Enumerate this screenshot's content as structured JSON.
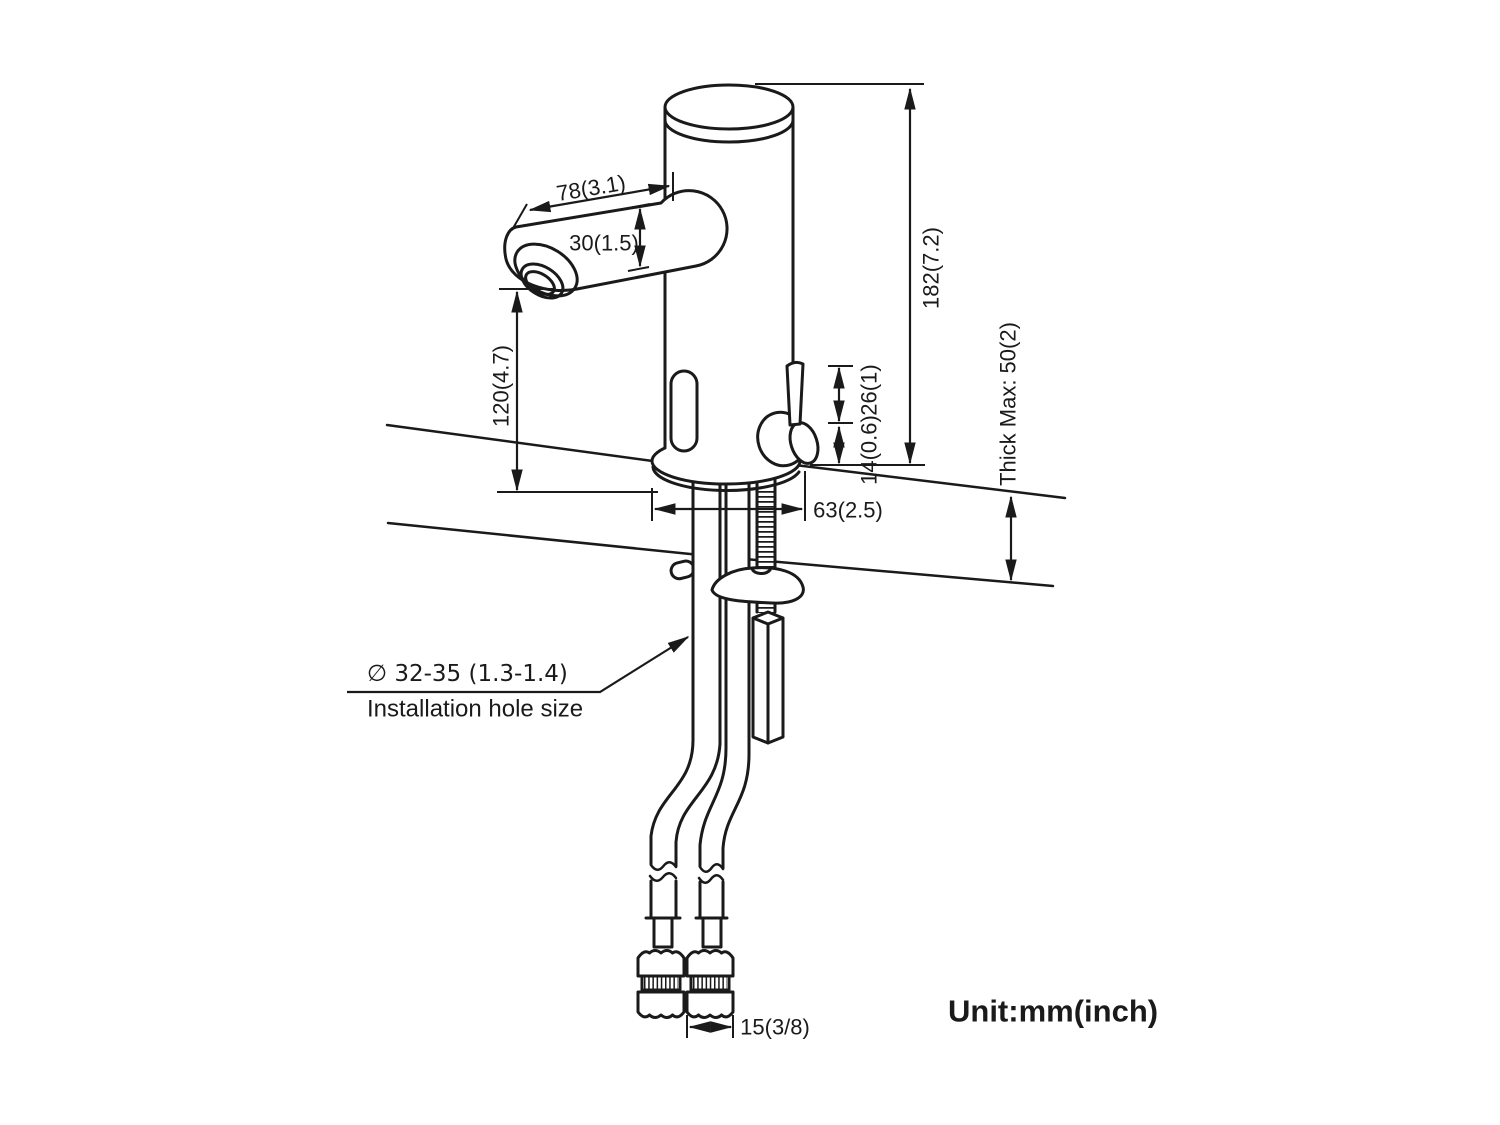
{
  "drawing": {
    "title_note": "Unit:mm(inch)",
    "ink": "#1a1a1a",
    "background": "#ffffff",
    "dims": {
      "spout_reach": "78(3.1)",
      "spout_body_height": "30(1.5)",
      "outlet_height": "120(4.7)",
      "total_height": "182(7.2)",
      "lever_height": "26(1)",
      "collar_height": "14(0.6)",
      "deck_thickness": "Thick Max: 50(2)",
      "base_width": "63(2.5)",
      "hose_connector_width": "15(3/8)"
    },
    "callout": {
      "hole_size": "∅ 32-35 (1.3-1.4)",
      "caption": "Installation hole size"
    }
  }
}
